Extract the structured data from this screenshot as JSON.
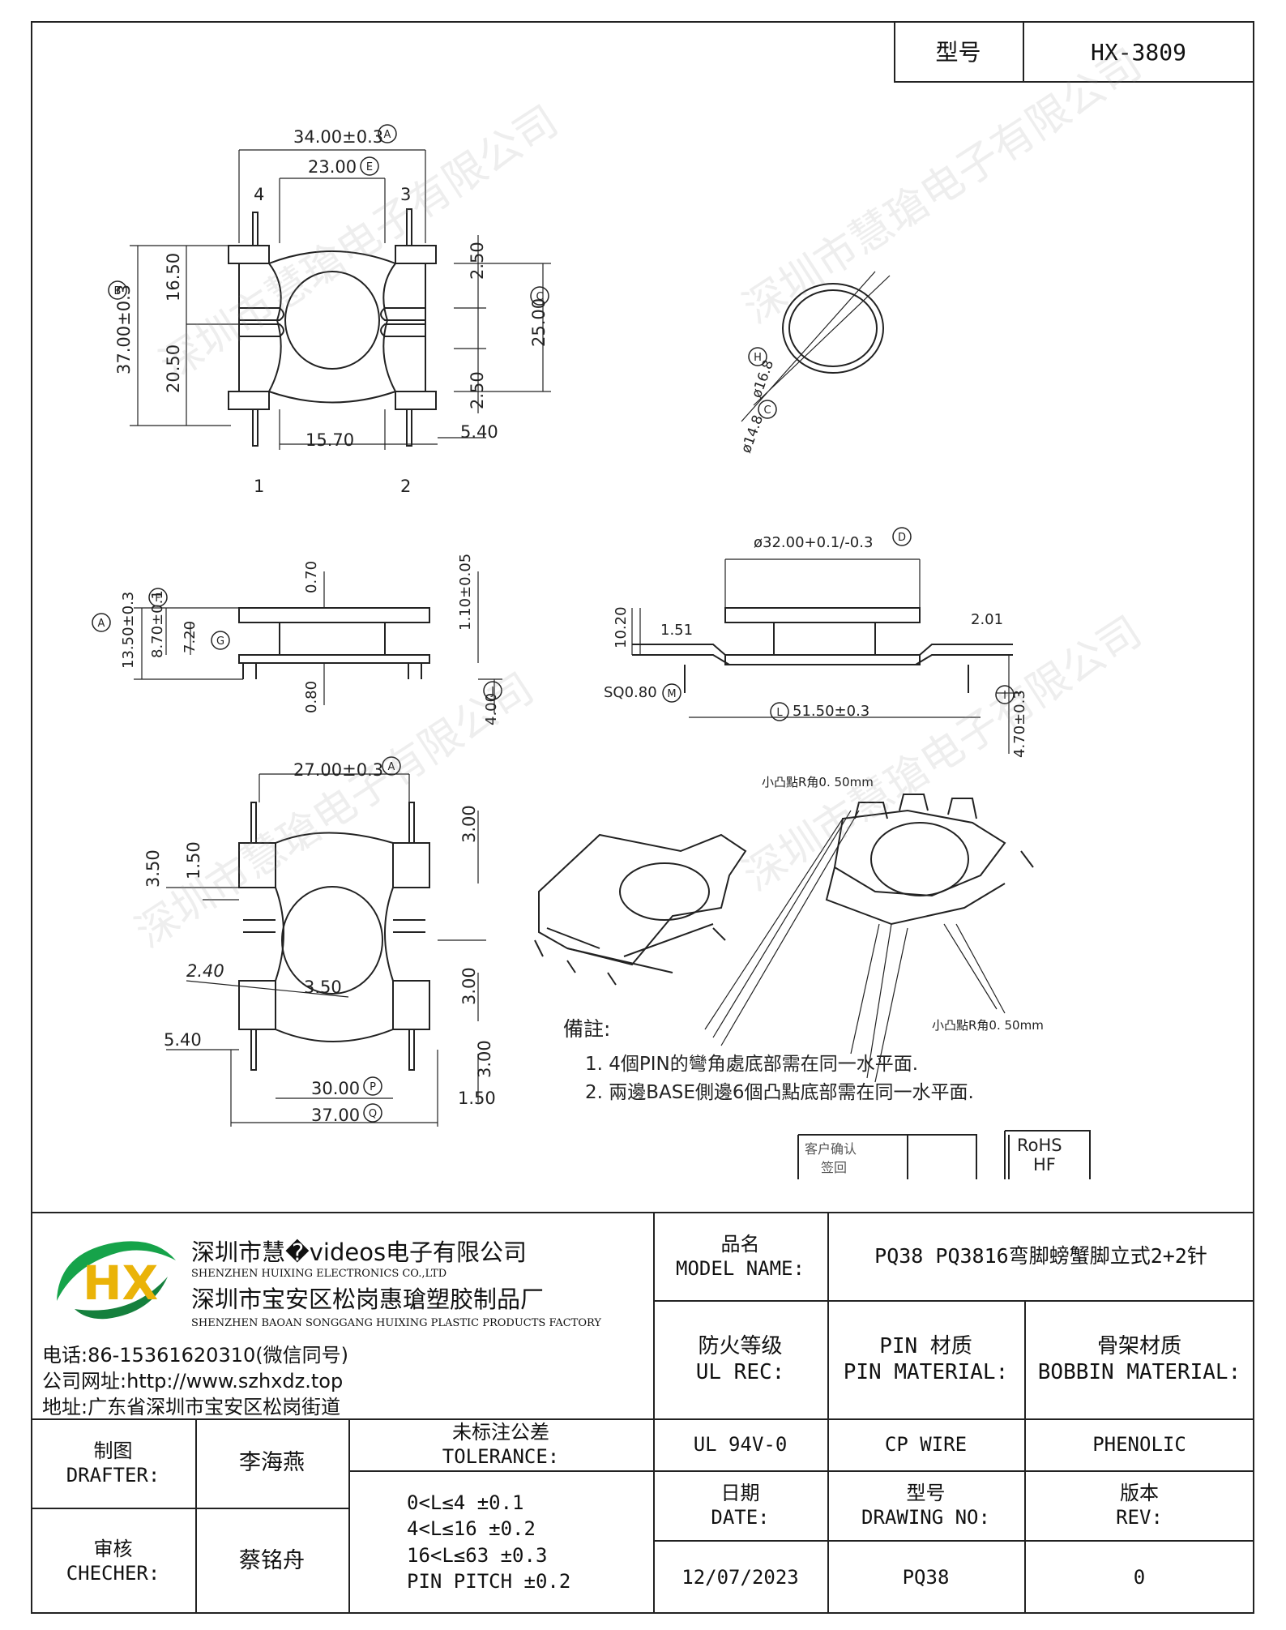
{
  "header": {
    "model_label": "型号",
    "model_value": "HX-3809"
  },
  "drawing": {
    "top_view": {
      "dim_width": "34.00±0.3",
      "dim_inner": "23.00",
      "dim_height": "37.00±0.3",
      "dim_upper": "16.50",
      "dim_lower": "20.50",
      "dim_top_gap": "2.50",
      "dim_bot_gap": "2.50",
      "dim_slot": "25.00",
      "dim_bottom": "15.70",
      "dim_pin": "5.40",
      "pin1": "1",
      "pin2": "2",
      "pin3": "3",
      "pin4": "4",
      "ref_a": "A",
      "ref_e": "E",
      "ref_b": "B",
      "ref_c": "C"
    },
    "circle_view": {
      "d_outer": "ø16.8",
      "d_inner": "ø14.8",
      "ref_h": "H",
      "ref_c": "C"
    },
    "side_view_left": {
      "dim_total": "13.50±0.3",
      "dim_mid": "8.70±0.1",
      "dim_inner": "7.20",
      "dim_top": "0.70",
      "dim_bottom": "0.80",
      "dim_right": "1.10±0.05",
      "dim_pin": "4.00",
      "ref_f": "F",
      "ref_g": "G",
      "ref_j": "J",
      "ref_a": "A"
    },
    "side_view_right": {
      "dim_diameter": "ø32.00+0.1/-0.3",
      "dim_height": "10.20",
      "dim_left": "1.51",
      "dim_right": "2.01",
      "dim_sq": "SQ0.80",
      "dim_span": "51.50±0.3",
      "dim_pin": "4.70±0.3",
      "ref_d": "D",
      "ref_m": "M",
      "ref_l": "L",
      "ref_i": "I"
    },
    "bottom_view": {
      "dim_width": "27.00±0.3",
      "dim_350": "3.50",
      "dim_150": "1.50",
      "dim_300a": "3.00",
      "dim_240": "2.40",
      "dim_350b": "3.50",
      "dim_300b": "3.00",
      "dim_540": "5.40",
      "dim_300c": "3.00",
      "dim_3000": "30.00",
      "dim_3700": "37.00",
      "dim_150b": "1.50",
      "ref_a": "A",
      "ref_p": "P",
      "ref_q": "Q"
    },
    "iso_view": {
      "callout_top": "小凸點R角0. 50mm",
      "callout_bottom": "小凸點R角0. 50mm"
    },
    "notes": {
      "title": "備註:",
      "line1": "1. 4個PIN的彎角處底部需在同一水平面.",
      "line2": "2. 兩邊BASE側邊6個凸點底部需在同一水平面."
    },
    "confirm": {
      "line1": "客户确认",
      "line2": "签回"
    },
    "rohs": {
      "line1": "RoHS",
      "line2": "HF"
    }
  },
  "company": {
    "name1": "深圳市慧�videos电子有限公司",
    "name1_en": "SHENZHEN HUIXING ELECTRONICS CO.,LTD",
    "name2": "深圳市宝安区松岗惠瑲塑胶制品厂",
    "name2_en": "SHENZHEN BAOAN SONGGANG HUIXING PLASTIC PRODUCTS FACTORY",
    "phone": "电话:86-15361620310(微信同号)",
    "website": "公司网址:http://www.szhxdz.top",
    "address": "地址:广东省深圳市宝安区松岗街道",
    "logo_text": "HX"
  },
  "title_block": {
    "model_name_cn": "品名",
    "model_name_en": "MODEL NAME:",
    "model_name_value": "PQ38 PQ3816弯脚螃蟹脚立式2+2针",
    "ul_cn": "防火等级",
    "ul_en": "UL REC:",
    "pin_cn": "PIN 材质",
    "pin_en": "PIN MATERIAL:",
    "bobbin_cn": "骨架材质",
    "bobbin_en": "BOBBIN MATERIAL:",
    "ul_value": "UL 94V-0",
    "pin_value": "CP WIRE",
    "bobbin_value": "PHENOLIC",
    "drafter_cn": "制图",
    "drafter_en": "DRAFTER:",
    "drafter_name": "李海燕",
    "checker_cn": "审核",
    "checker_en": "CHECHER:",
    "checker_name": "蔡铭舟",
    "tol_cn": "未标注公差",
    "tol_en": "TOLERANCE:",
    "tol1": "0<L≤4  ±0.1",
    "tol2": "4<L≤16 ±0.2",
    "tol3": "16<L≤63 ±0.3",
    "tol4": "PIN PITCH ±0.2",
    "date_cn": "日期",
    "date_en": "DATE:",
    "date_value": "12/07/2023",
    "dwg_cn": "型号",
    "dwg_en": "DRAWING NO:",
    "dwg_value": "PQ38",
    "rev_cn": "版本",
    "rev_en": "REV:",
    "rev_value": "0"
  },
  "watermark": "深圳市慧瑲电子有限公司"
}
